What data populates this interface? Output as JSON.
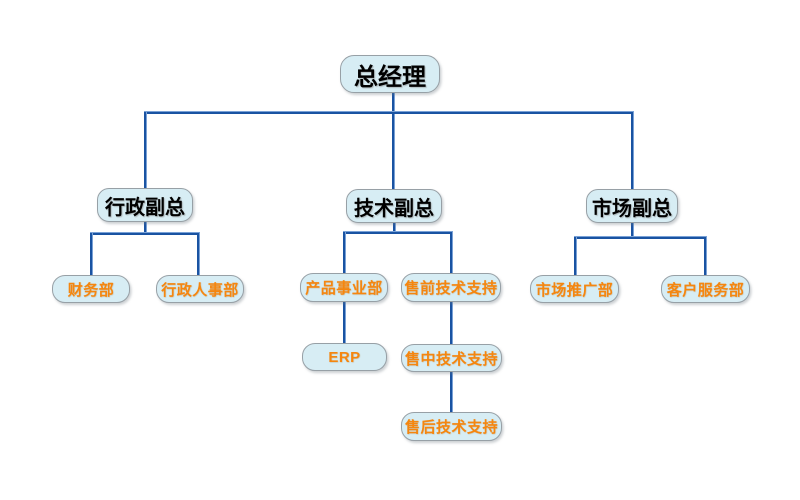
{
  "diagram": {
    "type": "org-chart",
    "nodes": [
      {
        "id": "general-manager",
        "label": "总经理",
        "level": 1,
        "parent": null,
        "text_color": "#000000"
      },
      {
        "id": "admin-vp",
        "label": "行政副总",
        "level": 2,
        "parent": "general-manager",
        "text_color": "#000000"
      },
      {
        "id": "tech-vp",
        "label": "技术副总",
        "level": 2,
        "parent": "general-manager",
        "text_color": "#000000"
      },
      {
        "id": "marketing-vp",
        "label": "市场副总",
        "level": 2,
        "parent": "general-manager",
        "text_color": "#000000"
      },
      {
        "id": "finance-dept",
        "label": "财务部",
        "level": 3,
        "parent": "admin-vp",
        "text_color": "#f5860f"
      },
      {
        "id": "admin-hr-dept",
        "label": "行政人事部",
        "level": 3,
        "parent": "admin-vp",
        "text_color": "#f5860f"
      },
      {
        "id": "product-division",
        "label": "产品事业部",
        "level": 3,
        "parent": "tech-vp",
        "text_color": "#f5860f"
      },
      {
        "id": "presales-tech-support",
        "label": "售前技术支持",
        "level": 3,
        "parent": "tech-vp",
        "text_color": "#f5860f"
      },
      {
        "id": "marketing-promotion-dept",
        "label": "市场推广部",
        "level": 3,
        "parent": "marketing-vp",
        "text_color": "#f5860f"
      },
      {
        "id": "customer-service-dept",
        "label": "客户服务部",
        "level": 3,
        "parent": "marketing-vp",
        "text_color": "#f5860f"
      },
      {
        "id": "erp",
        "label": "ERP",
        "level": 4,
        "parent": "product-division",
        "text_color": "#f5860f"
      },
      {
        "id": "insale-tech-support",
        "label": "售中技术支持",
        "level": 4,
        "parent": "presales-tech-support",
        "text_color": "#f5860f"
      },
      {
        "id": "aftersales-tech-support",
        "label": "售后技术支持",
        "level": 5,
        "parent": "insale-tech-support",
        "text_color": "#f5860f"
      }
    ],
    "colors": {
      "node_fill": "#d7edf4",
      "node_border": "#97a0a6",
      "connector": "#1a53a2",
      "connector_highlight": "#79a1d6",
      "executive_text": "#000000",
      "department_text": "#f5860f",
      "background": "#ffffff"
    }
  }
}
